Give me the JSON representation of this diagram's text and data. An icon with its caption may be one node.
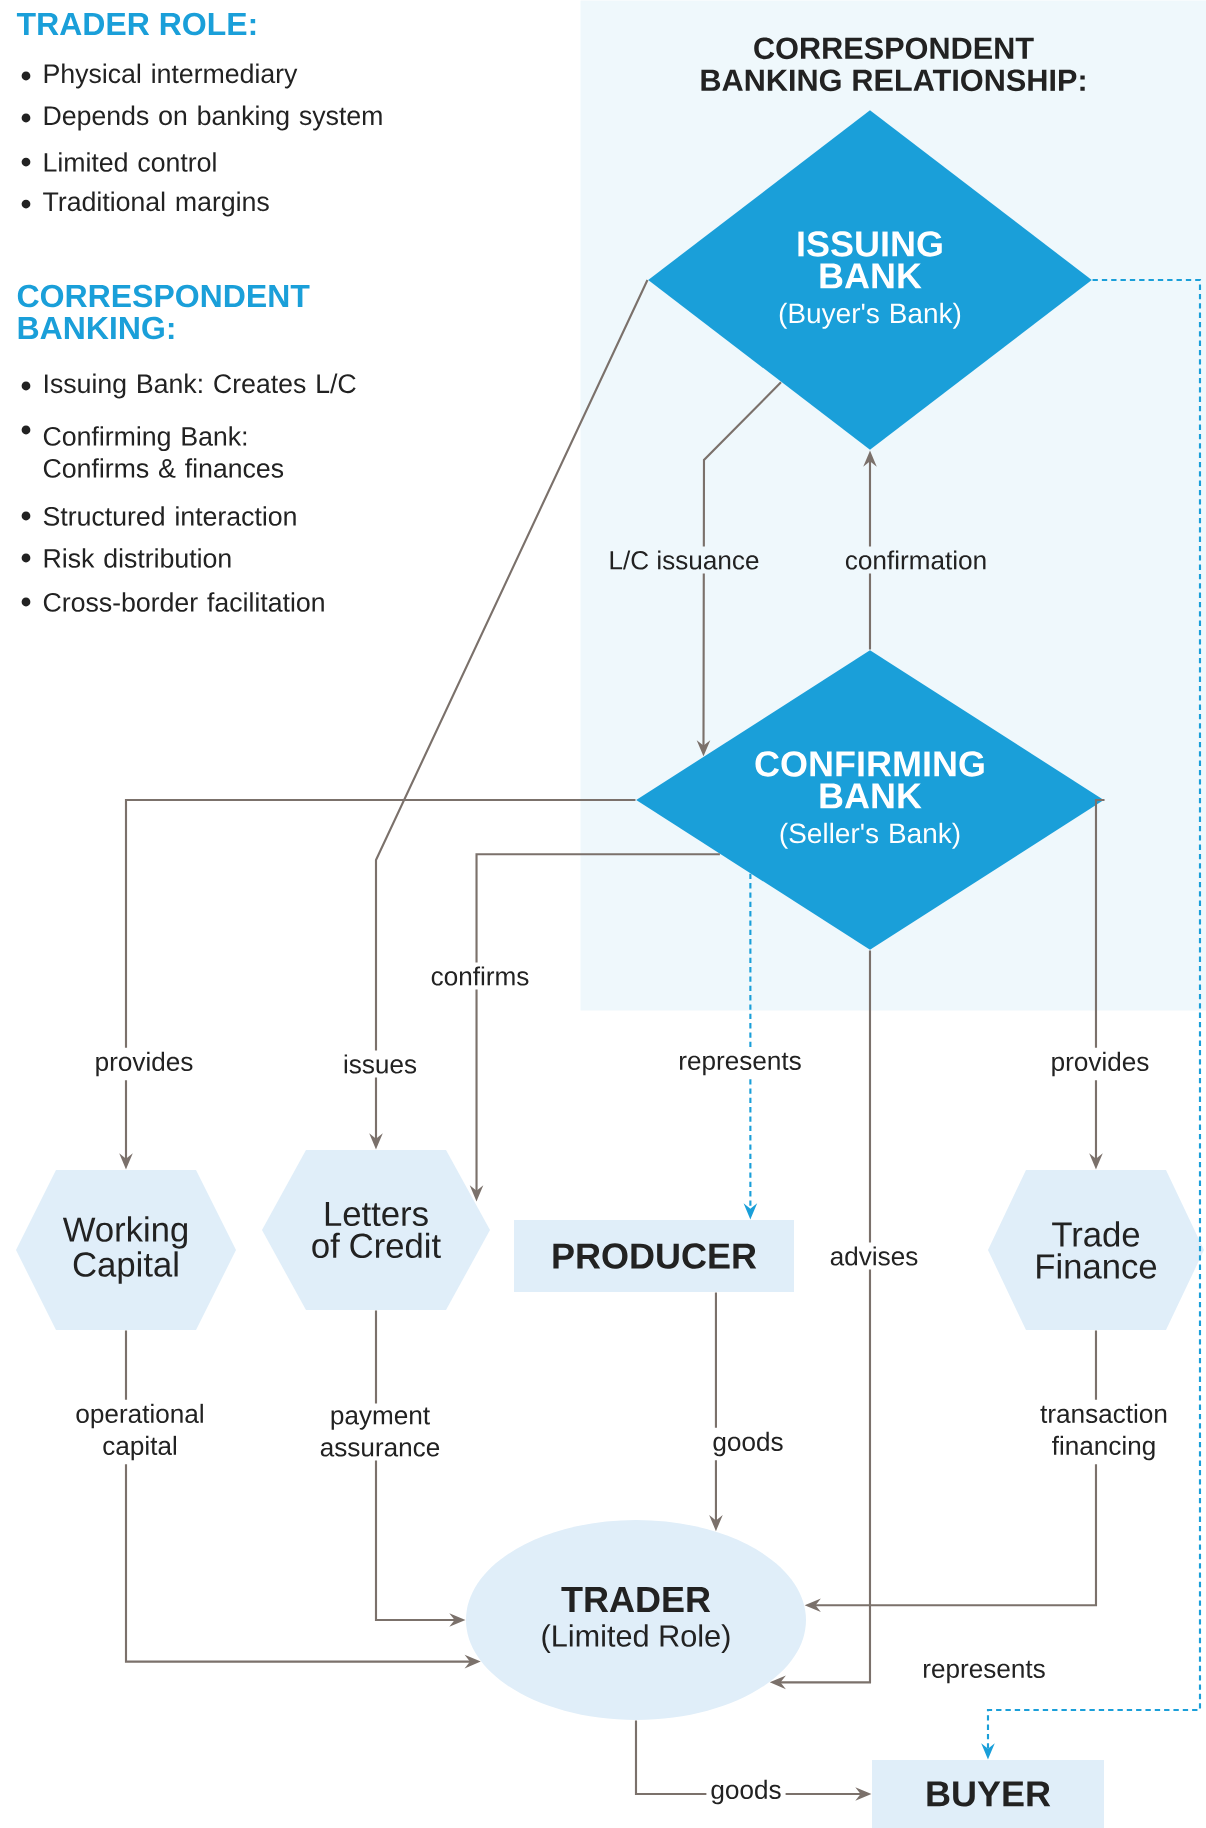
{
  "diagram": {
    "nodes": [
      {
        "text": [
          "CORRESPONDENT BANKING RELATIONSHIP:"
        ]
      },
      {
        "text": [
          "ISSUING BANK",
          "(Buyer's Bank)"
        ],
        "in": 0
      },
      {
        "text": [
          "CONFIRMING BANK",
          "(Seller's Bank)"
        ],
        "in": 0
      },
      {
        "text": [
          "Working Capital"
        ]
      },
      {
        "text": [
          "Letters of Credit"
        ]
      },
      {
        "text": [
          "PRODUCER"
        ]
      },
      {
        "text": [
          "Trade Finance"
        ]
      },
      {
        "text": [
          "TRADER",
          "(Limited Role)"
        ]
      },
      {
        "text": [
          "BUYER"
        ]
      }
    ],
    "edges": [
      {
        "from": 1,
        "to": 2,
        "arrow": "to",
        "label": "L/C issuance"
      },
      {
        "from": 2,
        "to": 1,
        "arrow": "to",
        "label": "confirmation"
      },
      {
        "from": 1,
        "to": 4,
        "arrow": "to",
        "label": "issues"
      },
      {
        "from": 1,
        "to": 8,
        "arrow": "to",
        "label": "represents",
        "style": "dashed",
        "color": "#1a9fd9"
      },
      {
        "from": 2,
        "to": 3,
        "arrow": "to",
        "label": "provides"
      },
      {
        "from": 2,
        "to": 4,
        "arrow": "to",
        "label": "confirms"
      },
      {
        "from": 2,
        "to": 5,
        "arrow": "to",
        "label": "represents",
        "style": "dashed",
        "color": "#1a9fd9"
      },
      {
        "from": 2,
        "to": 7,
        "arrow": "to",
        "label": "advises"
      },
      {
        "from": 2,
        "to": 6,
        "arrow": "to",
        "label": "provides"
      },
      {
        "from": 3,
        "to": 7,
        "arrow": "to",
        "label": "operational capital"
      },
      {
        "from": 4,
        "to": 7,
        "arrow": "to",
        "label": "payment assurance"
      },
      {
        "from": 5,
        "to": 7,
        "arrow": "to",
        "label": "goods"
      },
      {
        "from": 6,
        "to": 7,
        "arrow": "to",
        "label": "transaction financing"
      },
      {
        "from": 7,
        "to": 8,
        "arrow": "to",
        "label": "goods"
      }
    ],
    "labels": [
      "TRADER ROLE:",
      "Physical intermediary",
      "Depends on banking system",
      "Limited control",
      "Traditional margins",
      "CORRESPONDENT BANKING:",
      "Issuing Bank: Creates L/C",
      "Confirming Bank: Confirms & finances",
      "Structured interaction",
      "Risk distribution",
      "Cross-border facilitation"
    ]
  }
}
